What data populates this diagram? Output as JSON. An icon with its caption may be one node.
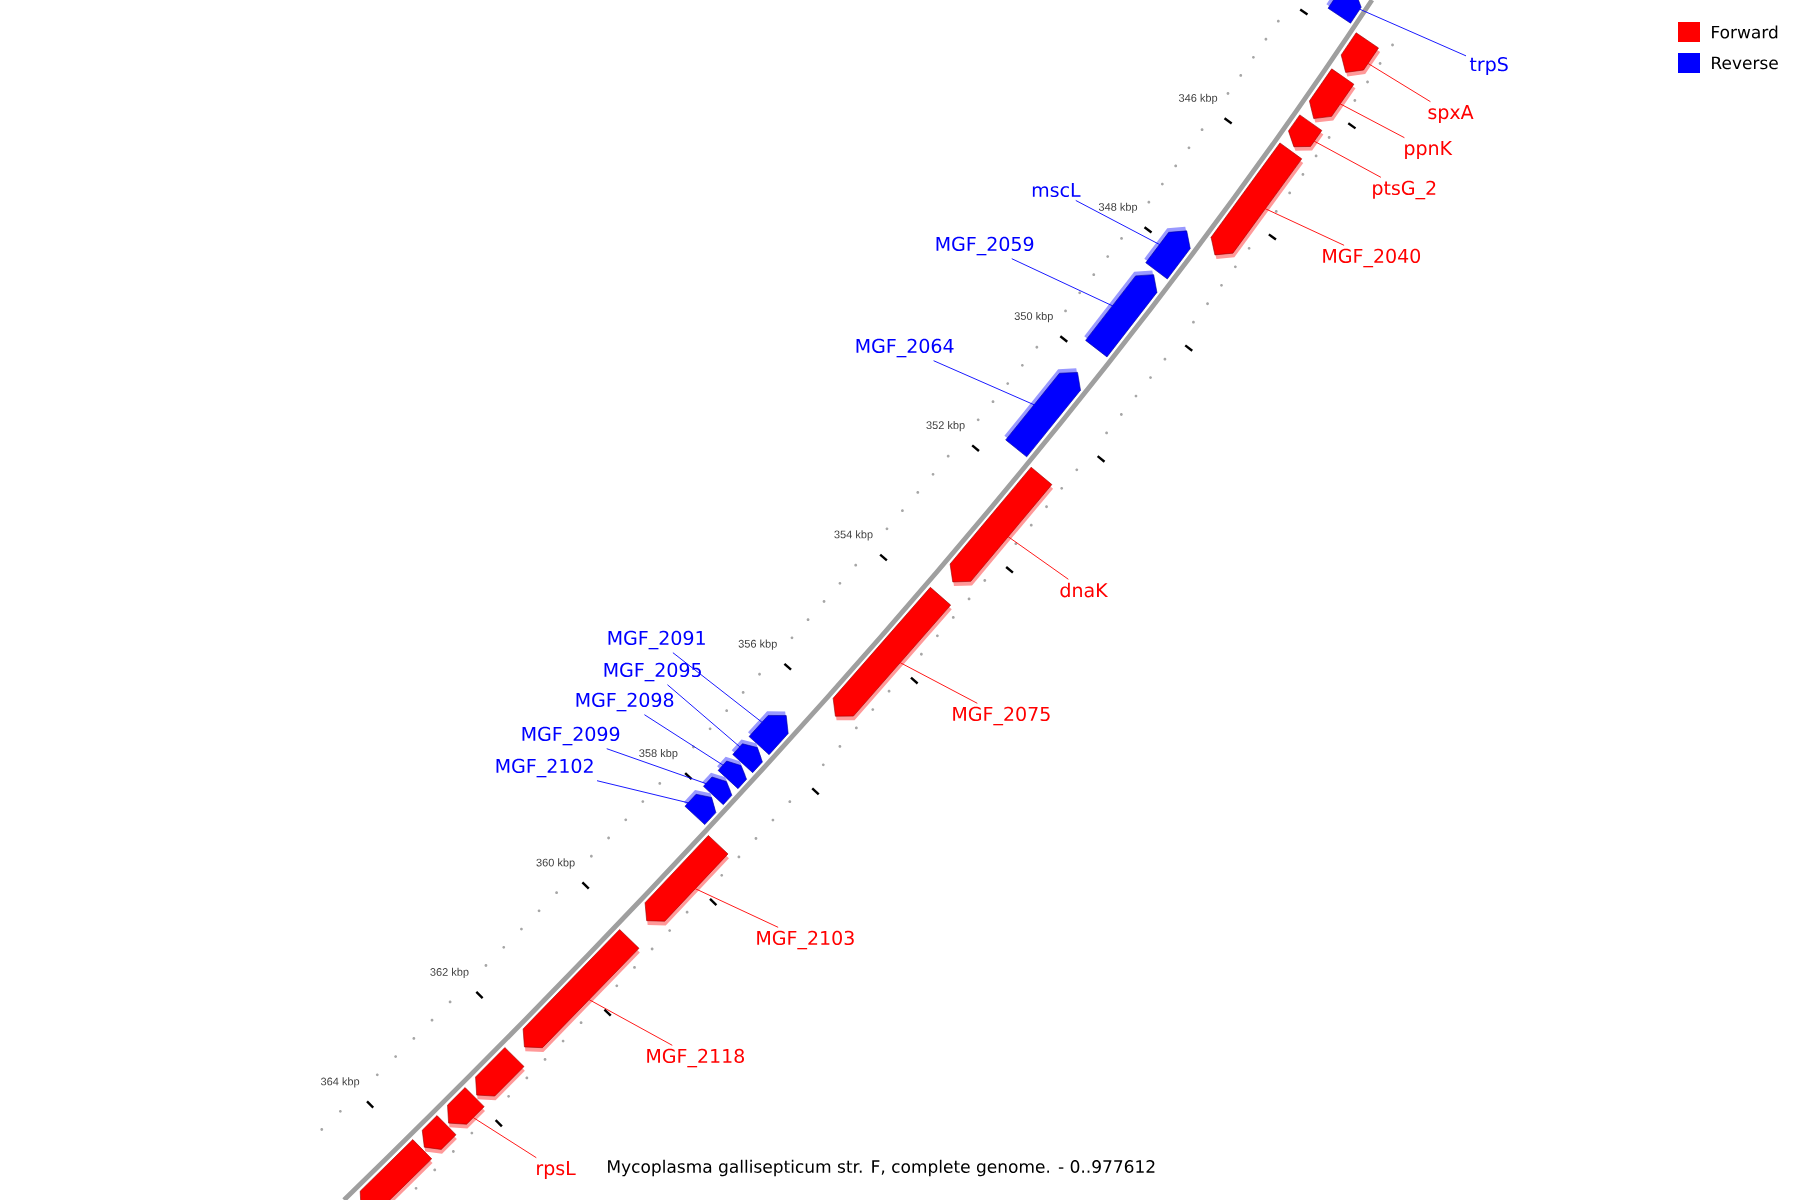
{
  "diagram": {
    "caption": "Mycoplasma gallisepticum str. F, complete genome. - 0..977612",
    "nodes": [
      {
        "text": [],
        "shape": "box"
      },
      {
        "text": [
          "trpS"
        ]
      },
      {
        "text": [],
        "shape": "box"
      },
      {
        "text": [
          "spxA"
        ]
      },
      {
        "text": [],
        "shape": "box"
      },
      {
        "text": [
          "ppnK"
        ]
      },
      {
        "text": [],
        "shape": "box"
      },
      {
        "text": [
          "ptsG_2"
        ]
      },
      {
        "text": [],
        "shape": "box"
      },
      {
        "text": [
          "MGF_2040"
        ]
      },
      {
        "text": [],
        "shape": "box"
      },
      {
        "text": [
          "mscL"
        ]
      },
      {
        "text": [],
        "shape": "box"
      },
      {
        "text": [
          "MGF_2059"
        ]
      },
      {
        "text": [],
        "shape": "box"
      },
      {
        "text": [
          "MGF_2064"
        ]
      },
      {
        "text": [],
        "shape": "box"
      },
      {
        "text": [
          "dnaK"
        ]
      },
      {
        "text": [],
        "shape": "box"
      },
      {
        "text": [
          "MGF_2075"
        ]
      },
      {
        "text": [],
        "shape": "box"
      },
      {
        "text": [
          "MGF_2091"
        ]
      },
      {
        "text": [],
        "shape": "box"
      },
      {
        "text": [
          "MGF_2095"
        ]
      },
      {
        "text": [],
        "shape": "box"
      },
      {
        "text": [
          "MGF_2098"
        ]
      },
      {
        "text": [],
        "shape": "box"
      },
      {
        "text": [
          "MGF_2099"
        ]
      },
      {
        "text": [],
        "shape": "box"
      },
      {
        "text": [
          "MGF_2102"
        ]
      },
      {
        "text": [],
        "shape": "box"
      },
      {
        "text": [
          "MGF_2103"
        ]
      },
      {
        "text": [],
        "shape": "box"
      },
      {
        "text": [
          "MGF_2118"
        ]
      },
      {
        "text": [],
        "shape": "box"
      },
      {
        "text": [],
        "shape": "box"
      },
      {
        "text": [
          "rpsL"
        ]
      },
      {
        "text": [],
        "shape": "box"
      },
      {
        "text": [],
        "shape": "box"
      }
    ],
    "edges": [
      {
        "from": 1,
        "to": 0,
        "arrow": "none",
        "color": "#0000ff"
      },
      {
        "from": 3,
        "to": 2,
        "arrow": "none",
        "color": "#ff0000"
      },
      {
        "from": 5,
        "to": 4,
        "arrow": "none",
        "color": "#ff0000"
      },
      {
        "from": 7,
        "to": 6,
        "arrow": "none",
        "color": "#ff0000"
      },
      {
        "from": 9,
        "to": 8,
        "arrow": "none",
        "color": "#ff0000"
      },
      {
        "from": 11,
        "to": 10,
        "arrow": "none",
        "color": "#0000ff"
      },
      {
        "from": 13,
        "to": 12,
        "arrow": "none",
        "color": "#0000ff"
      },
      {
        "from": 15,
        "to": 14,
        "arrow": "none",
        "color": "#0000ff"
      },
      {
        "from": 17,
        "to": 16,
        "arrow": "none",
        "color": "#ff0000"
      },
      {
        "from": 19,
        "to": 18,
        "arrow": "none",
        "color": "#ff0000"
      },
      {
        "from": 21,
        "to": 20,
        "arrow": "none",
        "color": "#0000ff"
      },
      {
        "from": 23,
        "to": 22,
        "arrow": "none",
        "color": "#0000ff"
      },
      {
        "from": 25,
        "to": 24,
        "arrow": "none",
        "color": "#0000ff"
      },
      {
        "from": 27,
        "to": 26,
        "arrow": "none",
        "color": "#0000ff"
      },
      {
        "from": 29,
        "to": 28,
        "arrow": "none",
        "color": "#0000ff"
      },
      {
        "from": 31,
        "to": 30,
        "arrow": "none",
        "color": "#ff0000"
      },
      {
        "from": 33,
        "to": 32,
        "arrow": "none",
        "color": "#ff0000"
      },
      {
        "from": 36,
        "to": 35,
        "arrow": "none",
        "color": "#ff0000"
      }
    ],
    "labels": [
      "346 kbp",
      "348 kbp",
      "350 kbp",
      "352 kbp",
      "354 kbp",
      "356 kbp",
      "358 kbp",
      "360 kbp",
      "362 kbp",
      "364 kbp"
    ],
    "legend": [
      {
        "text": "Forward",
        "color": "#ff0000"
      },
      {
        "text": "Reverse",
        "color": "#0000ff"
      }
    ]
  }
}
